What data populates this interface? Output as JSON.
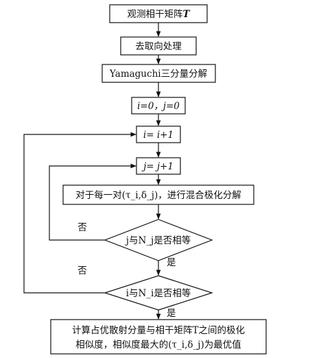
{
  "nodes": {
    "observe": "观测相干矩阵",
    "observe_var": "T",
    "deorient": "去取向处理",
    "yamaguchi": "Yamaguchi三分量分解",
    "init": "i=0，j=0",
    "inc_i": "i= i+1",
    "inc_j": "j= j+1",
    "hybrid": "对于每一对(τ_i,δ_j)，进行混合极化分解",
    "cond_j": "j与N_j是否相等",
    "cond_i": "i与N_i是否相等",
    "result_line1": "计算占优散射分量与相干矩阵T之间的极化",
    "result_line2": "相似度，相似度最大的(τ_i,δ_j)为最优值"
  },
  "labels": {
    "no_j": "否",
    "yes_j": "是",
    "no_i": "否",
    "yes_i": "是"
  }
}
